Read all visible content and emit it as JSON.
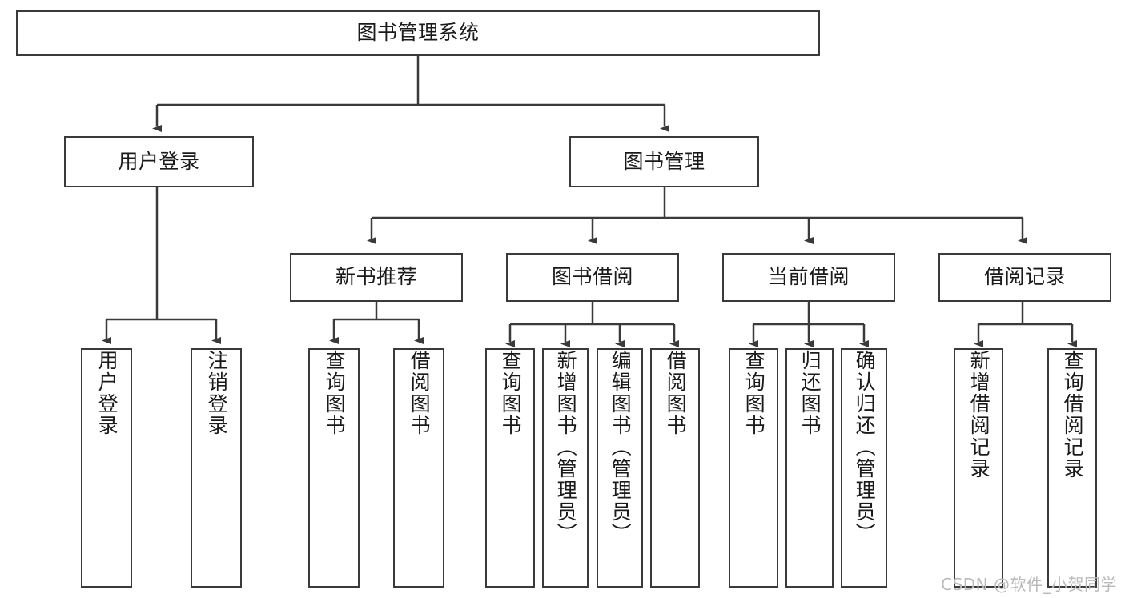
{
  "diagram": {
    "title": "图书管理系统",
    "type": "tree-hierarchy",
    "watermark": "CSDN @软件_小贺同学",
    "colors": {
      "box_border": "#3a3a3a",
      "box_fill": "#ffffff",
      "edge": "#3a3a3a",
      "text": "#1a1a1a",
      "watermark": "#b9b9b9",
      "background": "#ffffff"
    },
    "levels": [
      {
        "level": 1,
        "nodes": [
          {
            "id": "root",
            "label": "图书管理系统",
            "orientation": "horizontal"
          }
        ]
      },
      {
        "level": 2,
        "nodes": [
          {
            "id": "login",
            "label": "用户登录",
            "orientation": "horizontal",
            "parent": "root"
          },
          {
            "id": "bookmgmt",
            "label": "图书管理",
            "orientation": "horizontal",
            "parent": "root"
          }
        ]
      },
      {
        "level": 3,
        "nodes": [
          {
            "id": "newbook",
            "label": "新书推荐",
            "orientation": "horizontal",
            "parent": "bookmgmt"
          },
          {
            "id": "borrow",
            "label": "图书借阅",
            "orientation": "horizontal",
            "parent": "bookmgmt"
          },
          {
            "id": "current",
            "label": "当前借阅",
            "orientation": "horizontal",
            "parent": "bookmgmt"
          },
          {
            "id": "records",
            "label": "借阅记录",
            "orientation": "horizontal",
            "parent": "bookmgmt"
          }
        ]
      },
      {
        "level": 4,
        "nodes": [
          {
            "id": "leaf1",
            "label": "用户登录",
            "orientation": "vertical",
            "parent": "login"
          },
          {
            "id": "leaf2",
            "label": "注销登录",
            "orientation": "vertical",
            "parent": "login"
          },
          {
            "id": "leaf3",
            "label": "查询图书",
            "orientation": "vertical",
            "parent": "newbook"
          },
          {
            "id": "leaf4",
            "label": "借阅图书",
            "orientation": "vertical",
            "parent": "newbook"
          },
          {
            "id": "leaf5",
            "label": "查询图书",
            "orientation": "vertical",
            "parent": "borrow"
          },
          {
            "id": "leaf6",
            "label": "新增图书（管理员）",
            "orientation": "vertical",
            "parent": "borrow"
          },
          {
            "id": "leaf7",
            "label": "编辑图书（管理员）",
            "orientation": "vertical",
            "parent": "borrow"
          },
          {
            "id": "leaf8",
            "label": "借阅图书",
            "orientation": "vertical",
            "parent": "borrow"
          },
          {
            "id": "leaf9",
            "label": "查询图书",
            "orientation": "vertical",
            "parent": "current"
          },
          {
            "id": "leaf10",
            "label": "归还图书",
            "orientation": "vertical",
            "parent": "current"
          },
          {
            "id": "leaf11",
            "label": "确认归还（管理员）",
            "orientation": "vertical",
            "parent": "current"
          },
          {
            "id": "leaf12",
            "label": "新增借阅记录",
            "orientation": "vertical",
            "parent": "records"
          },
          {
            "id": "leaf13",
            "label": "查询借阅记录",
            "orientation": "vertical",
            "parent": "records"
          }
        ]
      }
    ]
  }
}
